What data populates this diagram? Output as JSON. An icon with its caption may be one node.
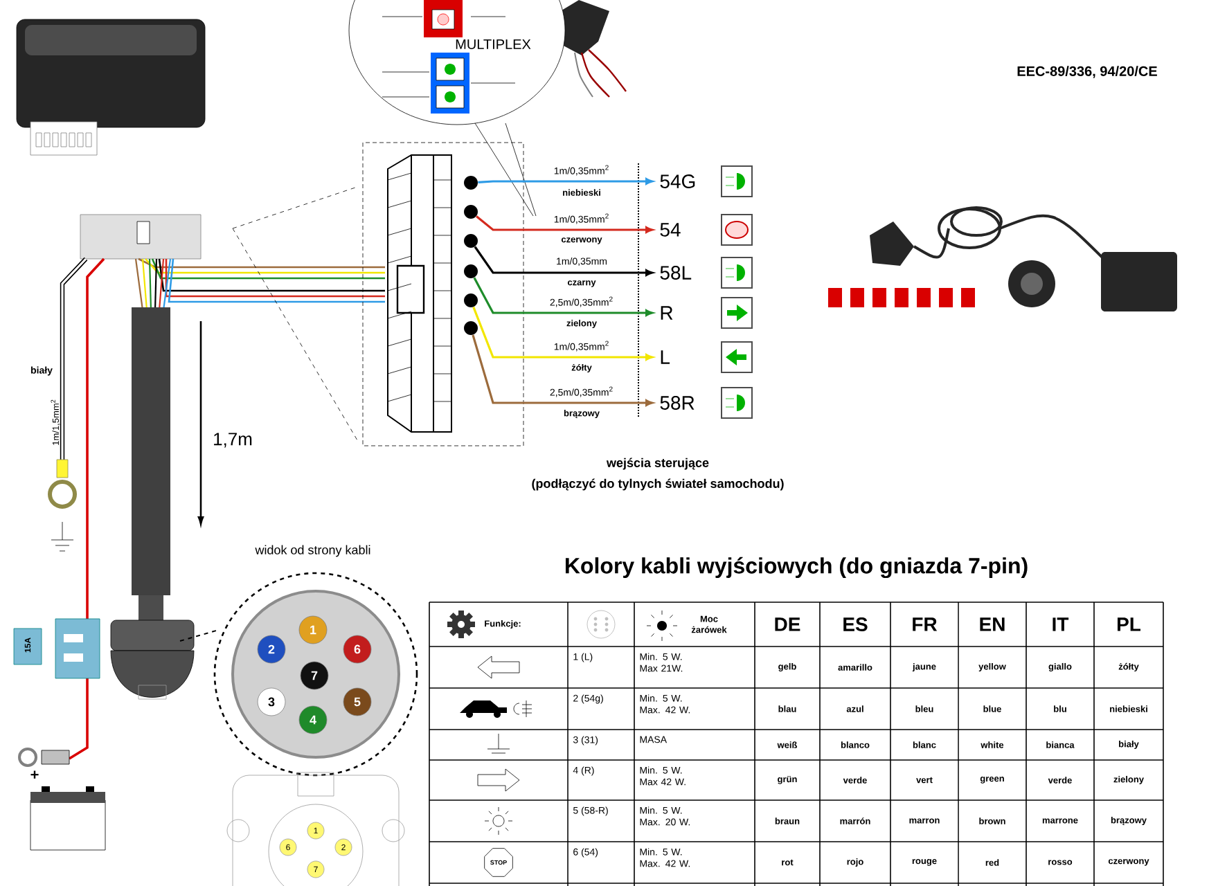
{
  "diagram": {
    "nodes": [
      {
        "text": [],
        "shape": "circle"
      },
      {
        "text": [],
        "shape": "circle"
      },
      {
        "text": [],
        "shape": "circle"
      },
      {
        "text": [],
        "shape": "circle"
      },
      {
        "text": [],
        "shape": "circle"
      },
      {
        "text": [],
        "shape": "circle"
      },
      {
        "text": [
          "54G"
        ]
      },
      {
        "text": [
          "54"
        ]
      },
      {
        "text": [
          "58L"
        ]
      },
      {
        "text": [
          "R"
        ]
      },
      {
        "text": [
          "L"
        ]
      },
      {
        "text": [
          "58R"
        ]
      }
    ],
    "edges": [
      {
        "from": 0,
        "to": 6,
        "arrow": "to",
        "label": "niebieski",
        "color": "#2e9be6"
      },
      {
        "from": 1,
        "to": 7,
        "arrow": "to",
        "label": "czerwony",
        "color": "#d42a1e"
      },
      {
        "from": 2,
        "to": 8,
        "arrow": "to",
        "label": "czarny",
        "color": "#000000"
      },
      {
        "from": 3,
        "to": 9,
        "arrow": "to",
        "label": "zielony",
        "color": "#1e8c2a"
      },
      {
        "from": 4,
        "to": 10,
        "arrow": "to",
        "label": "żółty",
        "color": "#f2e600"
      },
      {
        "from": 5,
        "to": 11,
        "arrow": "to",
        "label": "brązowy",
        "color": "#9c6b3c"
      }
    ],
    "labels": [
      "MULTIPLEX",
      "EEC-89/336, 94/20/CE",
      "1m/0,35mm$^{2}$",
      "1m/0,35mm$^{2}$",
      "1m/0,35mm",
      "2,5m/0,35mm$^{2}$",
      "1m/0,35mm$^{2}$",
      "2,5m/0,35mm$^{2}$",
      "biały",
      "1m/1,5mm$^{2}$",
      "1,7m",
      "15A",
      "+",
      "widok od strony kabli",
      "1",
      "2",
      "6",
      "7",
      "3",
      "5",
      "4",
      "1",
      "6",
      "2",
      "7",
      "wejścia sterujące",
      "(podłączyć do tylnych świateł samochodu)",
      "Kolory kabli wyjściowych (do gniazda 7-pin)",
      "Funkcje:",
      "Moc żarówek",
      "DE",
      "ES",
      "FR",
      "EN",
      "IT",
      "PL",
      "1 (L)",
      "Min. 5 W. Max 21W.",
      "gelb",
      "amarillo",
      "jaune",
      "yellow",
      "giallo",
      "żółty",
      "2 (54g)",
      "Min. 5 W. Max. 42 W.",
      "blau",
      "azul",
      "bleu",
      "blue",
      "blu",
      "niebieski",
      "3 (31)",
      "MASA",
      "weiß",
      "blanco",
      "blanc",
      "white",
      "bianca",
      "biały",
      "4 (R)",
      "Min. 5 W. Max 42 W.",
      "grün",
      "verde",
      "vert",
      "green",
      "verde",
      "zielony",
      "5 (58-R)",
      "Min. 5 W. Max. 20 W.",
      "braun",
      "marrón",
      "marron",
      "brown",
      "marrone",
      "brązowy",
      "STOP",
      "6 (54)",
      "Min. 5 W. Max. 42 W.",
      "rot",
      "rojo",
      "rouge",
      "red",
      "rosso",
      "czerwony"
    ]
  }
}
